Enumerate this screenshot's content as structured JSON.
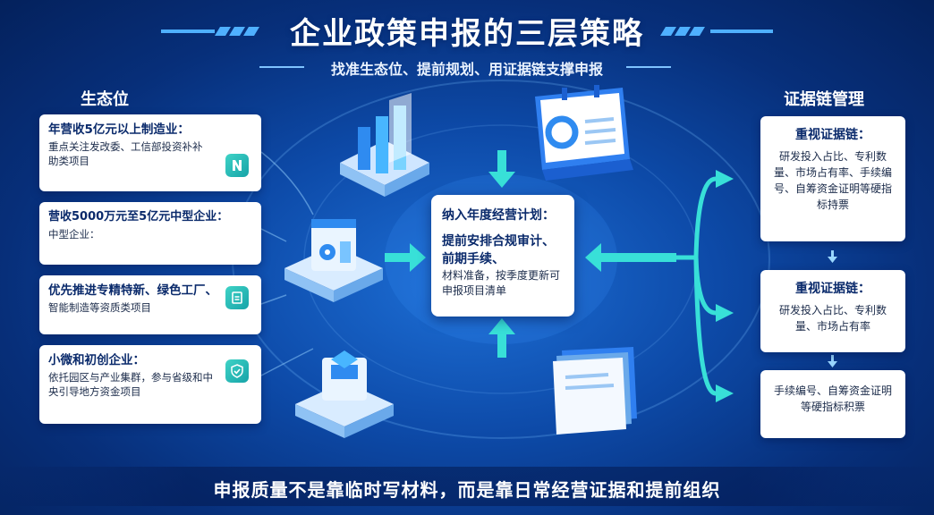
{
  "title": "企业政策申报的三层策略",
  "subtitle": "找准生态位、提前规划、用证据链支撑申报",
  "left_column": {
    "heading": "生态位",
    "cards": [
      {
        "title": "年营收5亿元以上制造业：",
        "body": "重点关注发改委、工信部投资补补助类项目",
        "icon": "shield-n-icon"
      },
      {
        "title": "营收5000万元至5亿元中型企业：",
        "body": "中型企业：",
        "icon": "none"
      },
      {
        "title": "优先推进专精特新、绿色工厂、",
        "body": "智能制造等资质类项目",
        "icon": "document-icon"
      },
      {
        "title": "小微和初创企业：",
        "body": "依托园区与产业集群，参与省级和中央引导地方资金项目",
        "icon": "shield-check-icon"
      }
    ]
  },
  "center": {
    "title": "纳入年度经营计划：",
    "main": "提前安排合规审计、前期手续、",
    "body": "材料准备，按季度更新可申报项目清单"
  },
  "right_column": {
    "heading": "证据链管理",
    "cards": [
      {
        "title": "重视证据链：",
        "body": "研发投入占比、专利数量、市场占有率、手续编号、自筹资金证明等硬指标持票"
      },
      {
        "title": "重视证据链：",
        "body": "研发投入占比、专利数量、市场占有率"
      },
      {
        "title": "",
        "body": "手续编号、自筹资金证明等硬指标积票"
      }
    ]
  },
  "footer": "申报质量不是靠临时写材料，而是靠日常经营证据和提前组织",
  "colors": {
    "background": "#0d4aa8",
    "accent_cyan": "#38e0d8",
    "card": "#ffffff",
    "heading_text": "#0a2a6b"
  }
}
